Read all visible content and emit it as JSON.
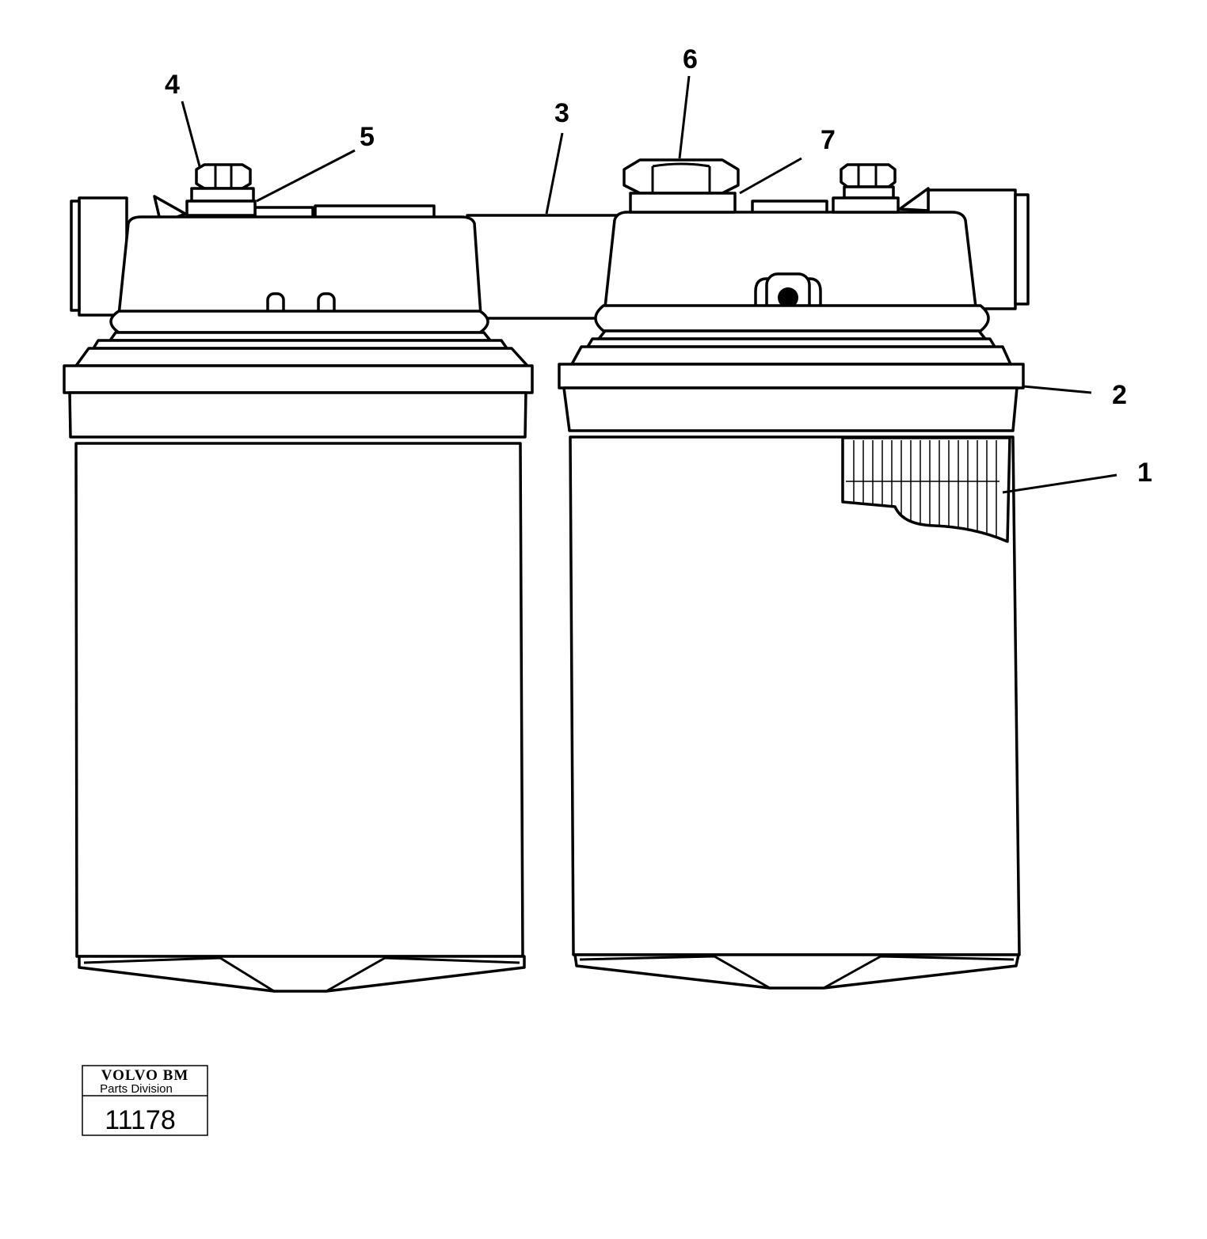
{
  "callouts": [
    {
      "label": "1"
    },
    {
      "label": "2"
    },
    {
      "label": "3"
    },
    {
      "label": "4"
    },
    {
      "label": "5"
    },
    {
      "label": "6"
    },
    {
      "label": "7"
    }
  ],
  "logo_box": {
    "brand": "VOLVO BM",
    "division": "Parts Division",
    "number": "11178"
  }
}
